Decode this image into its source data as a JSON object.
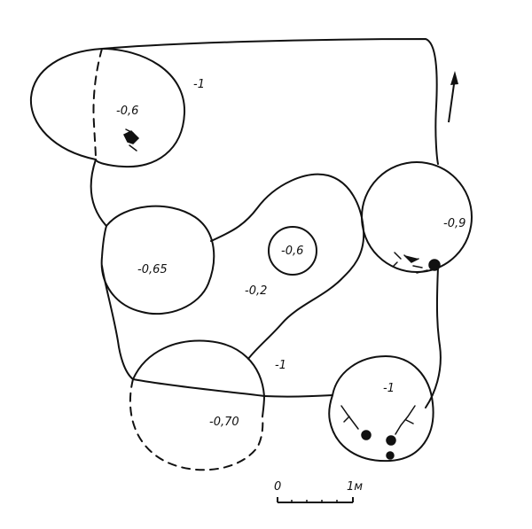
{
  "depth_labels": {
    "top_floor": "-1",
    "top_left_pit": "-0,6",
    "center_small_pit": "-0,6",
    "left_middle_pit": "-0,65",
    "central_platform": "-0,2",
    "right_upper_pit": "-0,9",
    "lower_floor": "-1",
    "bottom_right_pit": "-1",
    "bottom_left_pit": "-0,70"
  },
  "scale_bar": {
    "start": "0",
    "end": "1м"
  },
  "north_arrow": {
    "icon": "north-arrow-icon"
  }
}
